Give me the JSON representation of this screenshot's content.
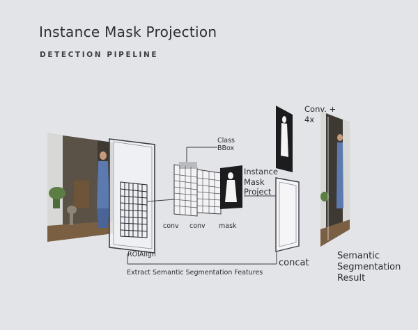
{
  "header": {
    "title": "Instance Mask Projection",
    "subtitle": "DETECTION PIPELINE"
  },
  "diagram": {
    "labels": {
      "class_bbox_line1": "Class",
      "class_bbox_line2": "BBox",
      "instance_mask_line1": "Instance",
      "instance_mask_line2": "Mask",
      "instance_mask_line3": "Project",
      "conv_plus_line1": "Conv. +",
      "conv_plus_line2": "4x",
      "conv_a": "conv",
      "conv_b": "conv",
      "mask": "mask",
      "roialign": "ROIAlign",
      "concat": "concat",
      "extract_features": "Extract Semantic Segmentation Features",
      "result_line1": "Semantic",
      "result_line2": "Segmentation",
      "result_line3": "Result"
    }
  },
  "colors": {
    "background": "#e3e4e8",
    "line": "#3a3d45",
    "text": "#2b2d33",
    "mask_dark": "#1c1c1e"
  }
}
